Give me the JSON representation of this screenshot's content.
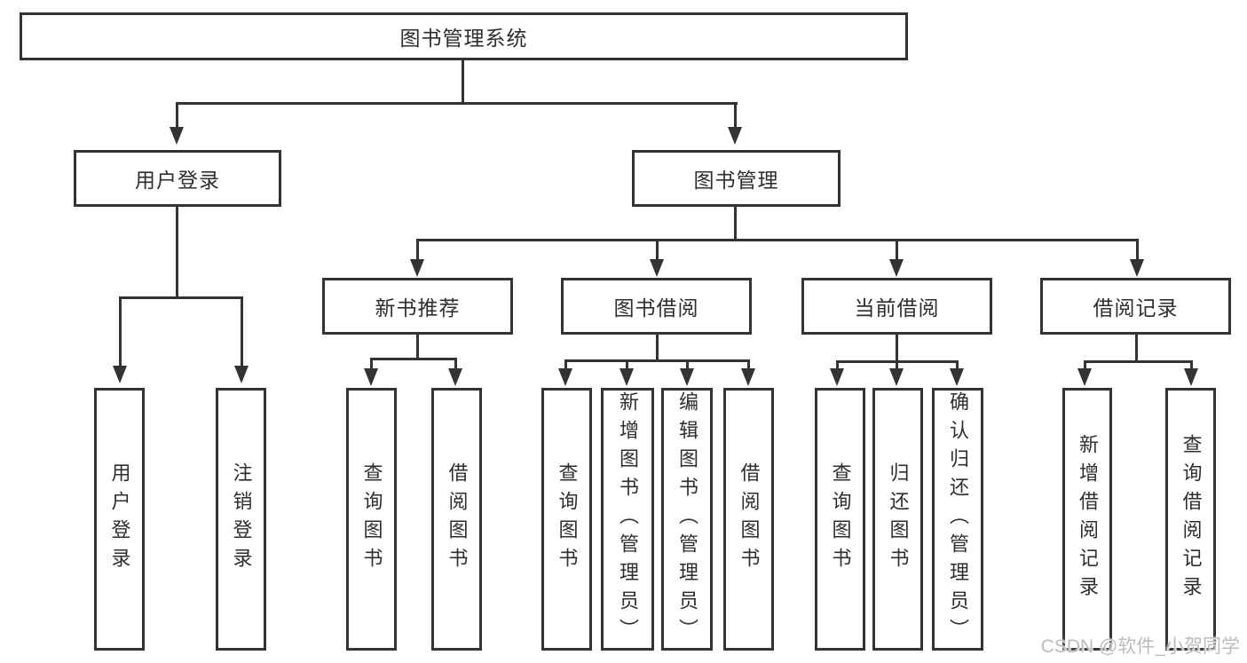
{
  "tree": {
    "root": {
      "label": "图书管理系统",
      "children": [
        {
          "label": "用户登录",
          "children": [
            {
              "label": "用户登录"
            },
            {
              "label": "注销登录"
            }
          ]
        },
        {
          "label": "图书管理",
          "children": [
            {
              "label": "新书推荐",
              "children": [
                {
                  "label": "查询图书"
                },
                {
                  "label": "借阅图书"
                }
              ]
            },
            {
              "label": "图书借阅",
              "children": [
                {
                  "label": "查询图书"
                },
                {
                  "label": "新增图书（管理员）"
                },
                {
                  "label": "编辑图书（管理员）"
                },
                {
                  "label": "借阅图书"
                }
              ]
            },
            {
              "label": "当前借阅",
              "children": [
                {
                  "label": "查询图书"
                },
                {
                  "label": "归还图书"
                },
                {
                  "label": "确认归还（管理员）"
                }
              ]
            },
            {
              "label": "借阅记录",
              "children": [
                {
                  "label": "新增借阅记录"
                },
                {
                  "label": "查询借阅记录"
                }
              ]
            }
          ]
        }
      ]
    }
  },
  "watermark": {
    "label": "CSDN @软件_小贺同学"
  },
  "colors": {
    "line": "#333333",
    "text": "#2e2e2e",
    "background": "#ffffff",
    "watermark": "#bcbcbc"
  }
}
